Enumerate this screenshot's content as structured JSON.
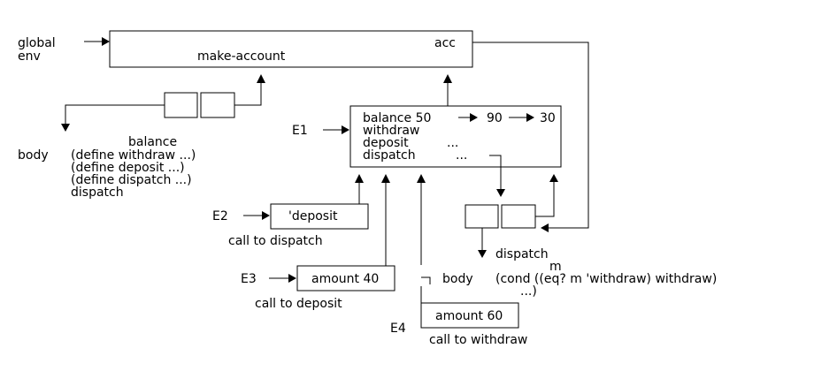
{
  "global_env": {
    "label_line1": "global",
    "label_line2": "env",
    "acc": "acc",
    "make_account": "make-account"
  },
  "e1": {
    "label": "E1",
    "balance": "balance 50",
    "balance_90": "90",
    "balance_30": "30",
    "withdraw": "withdraw",
    "deposit": "deposit",
    "deposit_dots": "...",
    "dispatch": "dispatch",
    "dispatch_dots": "..."
  },
  "make_account_proc": {
    "params": "balance",
    "body_label": "body",
    "body_lines": [
      "(define withdraw ...)",
      "(define deposit ...)",
      "(define dispatch ...)",
      "dispatch"
    ]
  },
  "dispatch_proc": {
    "name": "dispatch",
    "params": "m",
    "body_label": "body",
    "body_line1": "(cond ((eq? m 'withdraw) withdraw)",
    "body_line2": "...)"
  },
  "e2": {
    "label": "E2",
    "binding": "'deposit",
    "caption": "call to dispatch"
  },
  "e3": {
    "label": "E3",
    "binding": "amount 40",
    "caption": "call to deposit"
  },
  "e4": {
    "label": "E4",
    "binding": "amount 60",
    "caption": "call to withdraw"
  },
  "colors": {
    "ink": "#000000",
    "paper": "#ffffff"
  }
}
